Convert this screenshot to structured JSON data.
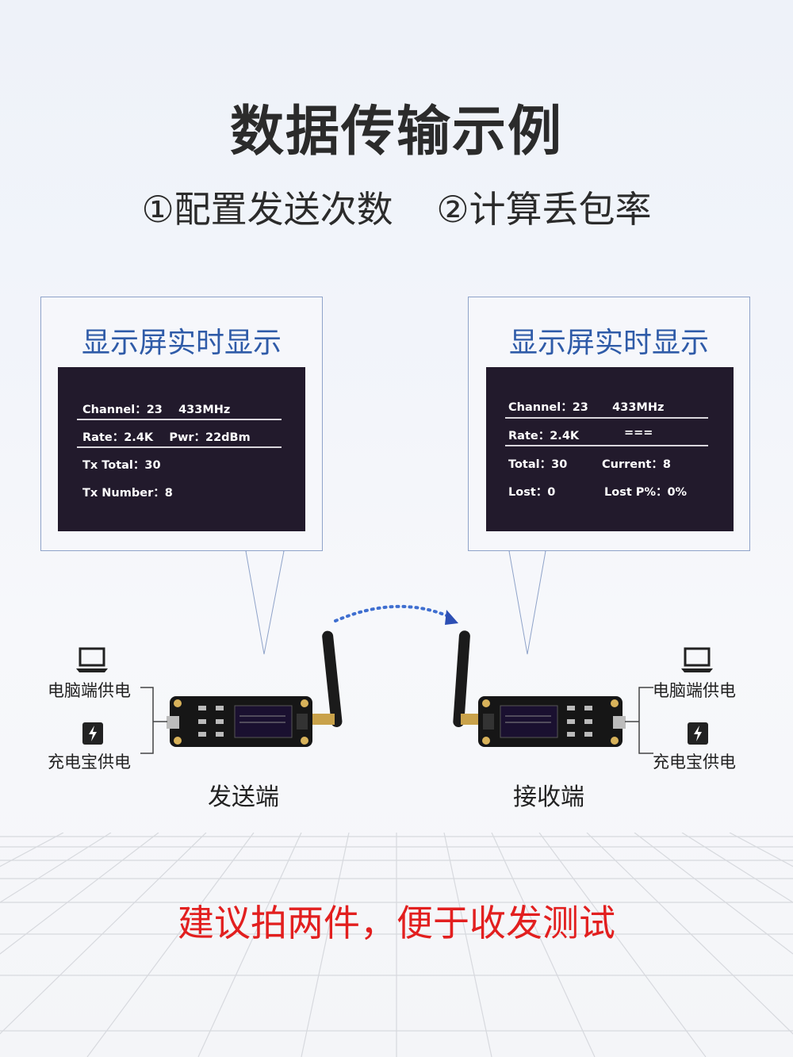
{
  "header": {
    "title": "数据传输示例",
    "step1": "①配置发送次数",
    "step2": "②计算丢包率"
  },
  "sender_panel": {
    "title": "显示屏实时显示",
    "screen": {
      "line1": "Channel：23    433MHz",
      "line2": "Rate：2.4K    Pwr：22dBm",
      "line3": "Tx Total：30",
      "line4": "Tx Number：8"
    }
  },
  "receiver_panel": {
    "title": "显示屏实时显示",
    "screen": {
      "line1": "Channel：23      433MHz",
      "line2a": "Rate：2.4K",
      "line2b": "===",
      "line3a": "Total：30",
      "line3b": "Current：8",
      "line4a": "Lost：0",
      "line4b": "Lost P%：0%"
    }
  },
  "sender": {
    "label": "发送端",
    "power_pc": "电脑端供电",
    "power_bank": "充电宝供电"
  },
  "receiver": {
    "label": "接收端",
    "power_pc": "电脑端供电",
    "power_bank": "充电宝供电"
  },
  "footer": {
    "note": "建议拍两件，便于收发测试"
  },
  "colors": {
    "accent_blue": "#2f5ba8",
    "note_red": "#e21f1f",
    "screen_bg": "#221a2c"
  },
  "icons": [
    "laptop-icon",
    "power-bank-icon",
    "antenna-icon",
    "signal-arc-icon"
  ]
}
